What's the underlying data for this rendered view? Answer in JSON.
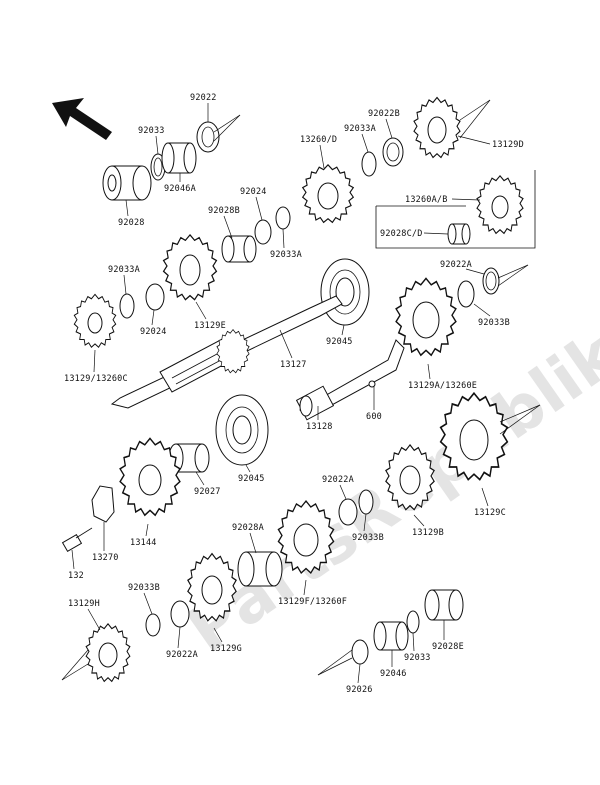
{
  "watermark": "PartsRepublik",
  "labels": {
    "p92022": "92022",
    "p92033": "92033",
    "p92046A": "92046A",
    "p92028": "92028",
    "p92022B": "92022B",
    "p92033A_top": "92033A",
    "p13260D": "13260/D",
    "p13129D": "13129D",
    "p92024_top": "92024",
    "p92028B": "92028B",
    "p92033A_mid": "92033A",
    "p13260AB": "13260A/B",
    "p92028CD": "92028C/D",
    "p92022A_right": "92022A",
    "p92033B_right": "92033B",
    "p92033A_left": "92033A",
    "p92024_left": "92024",
    "p13129E": "13129E",
    "p13129_13260C": "13129/13260C",
    "p92045_top": "92045",
    "p13127": "13127",
    "p13129A_13260E": "13129A/13260E",
    "p600": "600",
    "p13128": "13128",
    "p92027": "92027",
    "p92045_bottom": "92045",
    "p13144": "13144",
    "p13270": "13270",
    "p132": "132",
    "p92022A_mid": "92022A",
    "p92033B_mid": "92033B",
    "p13129B": "13129B",
    "p13129C": "13129C",
    "p92028A": "92028A",
    "p13129F_13260F": "13129F/13260F",
    "p92033B_left": "92033B",
    "p92022A_left": "92022A",
    "p13129G": "13129G",
    "p13129H": "13129H",
    "p92028E": "92028E",
    "p92033_bottom": "92033",
    "p92046": "92046",
    "p92026": "92026"
  }
}
